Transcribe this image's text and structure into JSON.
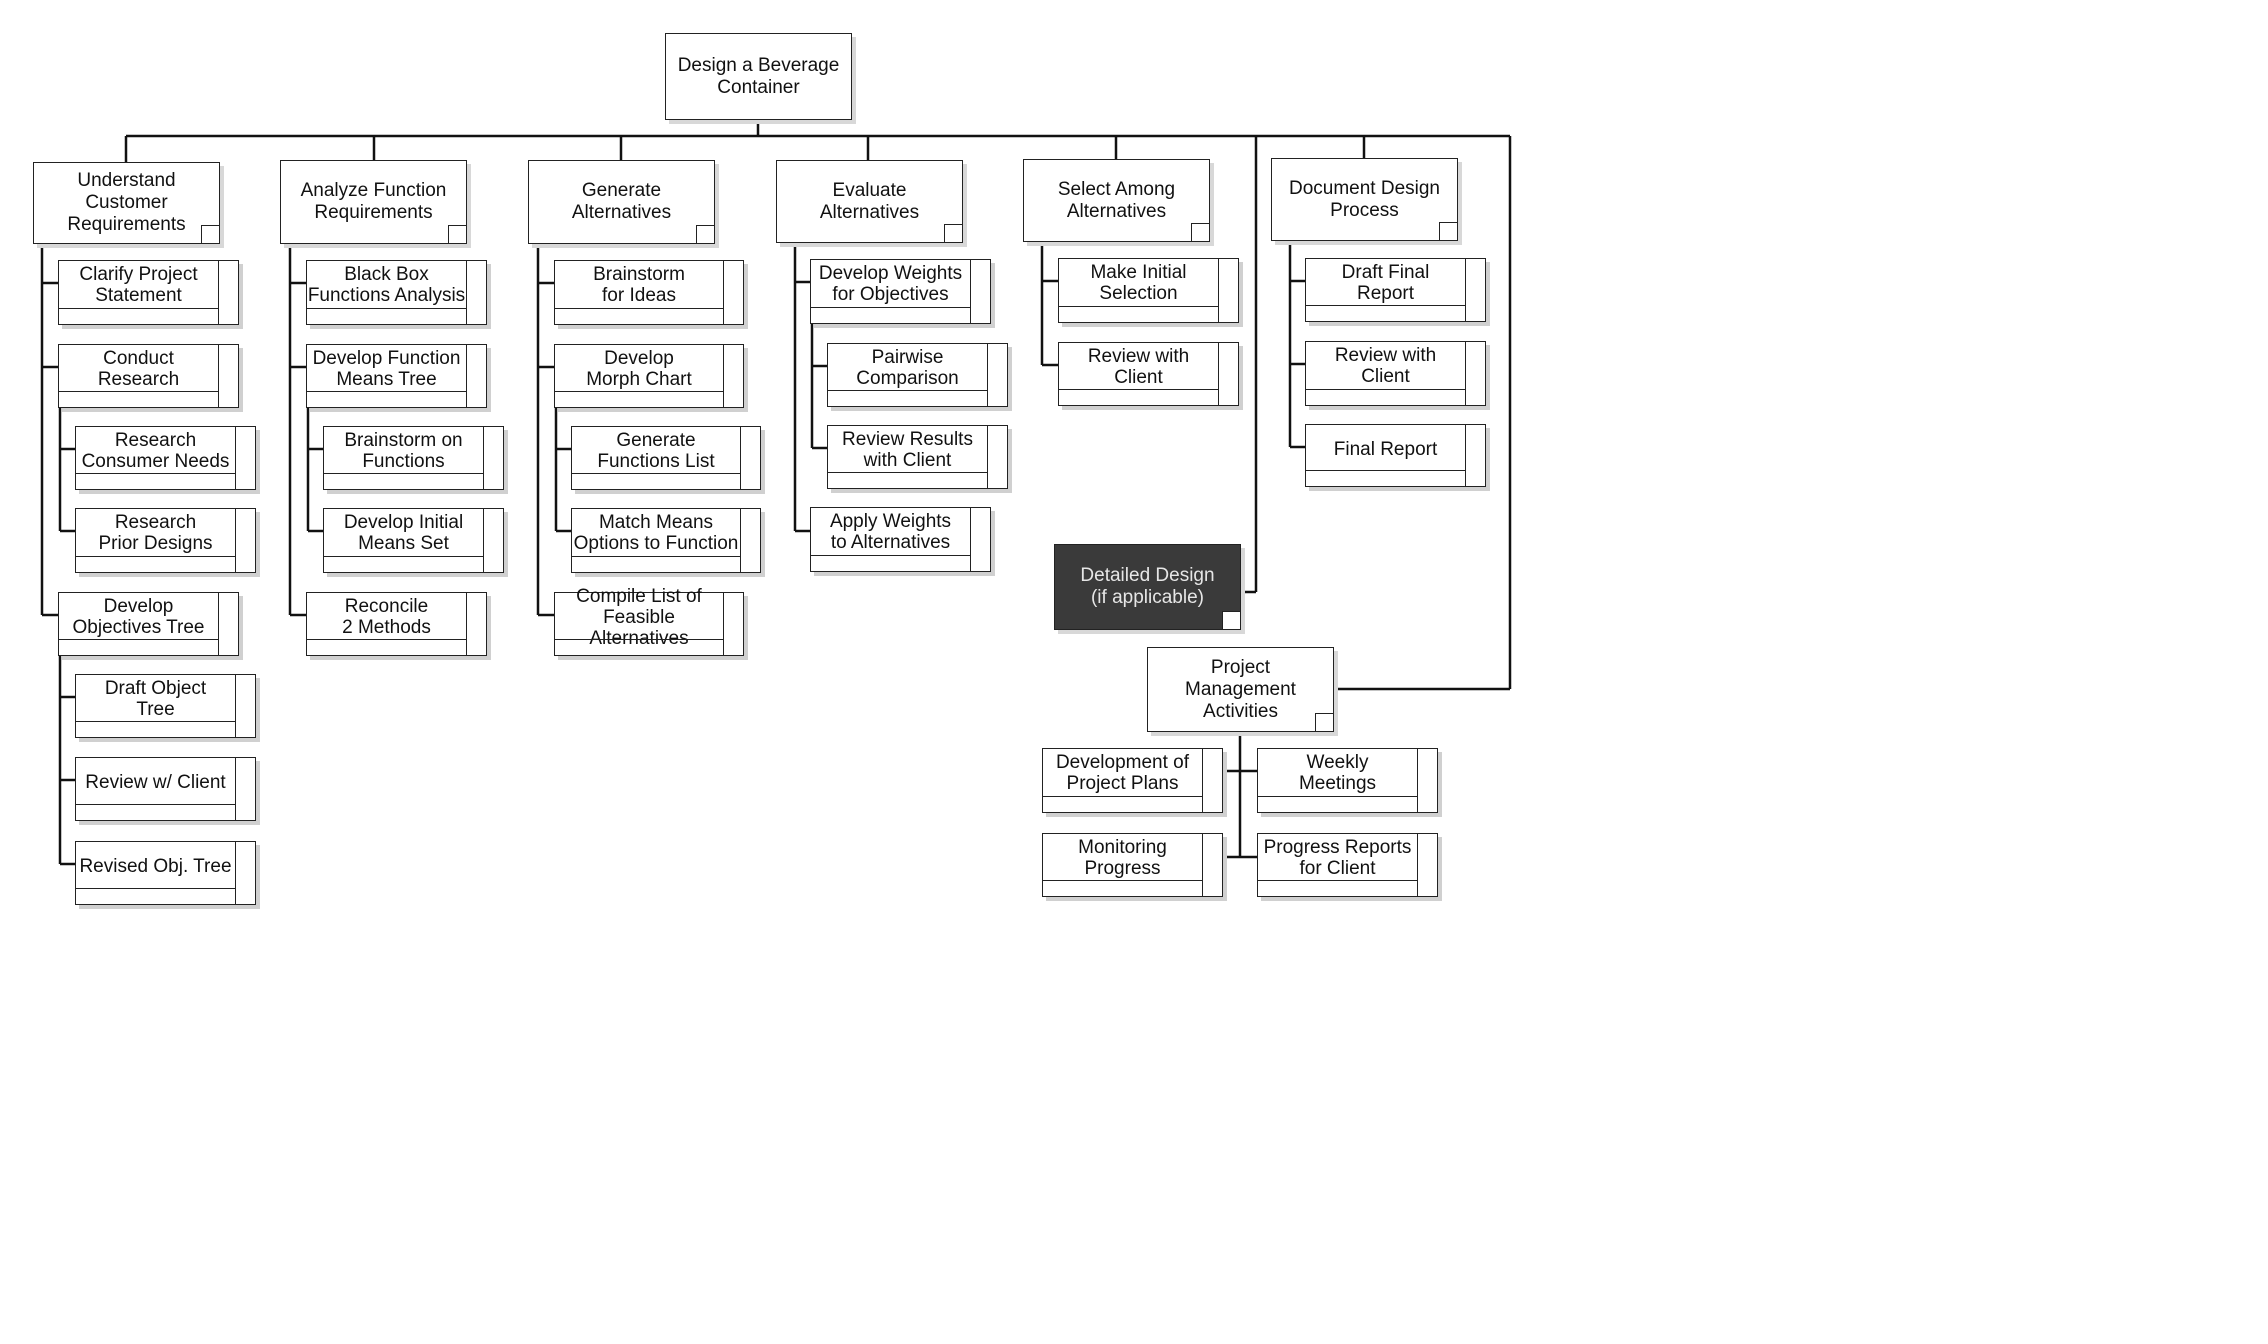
{
  "root": {
    "label": "Design a Beverage\nContainer"
  },
  "phases": [
    {
      "label": "Understand\nCustomer\nRequirements"
    },
    {
      "label": "Analyze Function\nRequirements"
    },
    {
      "label": "Generate\nAlternatives"
    },
    {
      "label": "Evaluate\nAlternatives"
    },
    {
      "label": "Select Among\nAlternatives"
    },
    {
      "label": "Document Design\nProcess"
    }
  ],
  "detailed_design": {
    "label": "Detailed Design\n(if applicable)"
  },
  "project_management": {
    "label": "Project\nManagement\nActivities"
  },
  "tasks": {
    "understand": [
      "Clarify Project\nStatement",
      "Conduct\nResearch",
      "Research\nConsumer Needs",
      "Research\nPrior Designs",
      "Develop\nObjectives Tree",
      "Draft Object\nTree",
      "Review w/ Client",
      "Revised Obj. Tree"
    ],
    "analyze": [
      "Black Box\nFunctions Analysis",
      "Develop Function\nMeans Tree",
      "Brainstorm on\nFunctions",
      "Develop Initial\nMeans Set",
      "Reconcile\n2 Methods"
    ],
    "generate": [
      "Brainstorm\nfor Ideas",
      "Develop\nMorph Chart",
      "Generate\nFunctions List",
      "Match Means\nOptions to Function",
      "Compile List of\nFeasible Alternatives"
    ],
    "evaluate": [
      "Develop Weights\nfor Objectives",
      "Pairwise\nComparison",
      "Review Results\nwith Client",
      "Apply Weights\nto Alternatives"
    ],
    "select": [
      "Make Initial\nSelection",
      "Review with\nClient"
    ],
    "document": [
      "Draft Final\nReport",
      "Review with\nClient",
      "Final Report"
    ],
    "pm": [
      "Development of\nProject Plans",
      "Weekly\nMeetings",
      "Monitoring\nProgress",
      "Progress Reports\nfor Client"
    ]
  }
}
